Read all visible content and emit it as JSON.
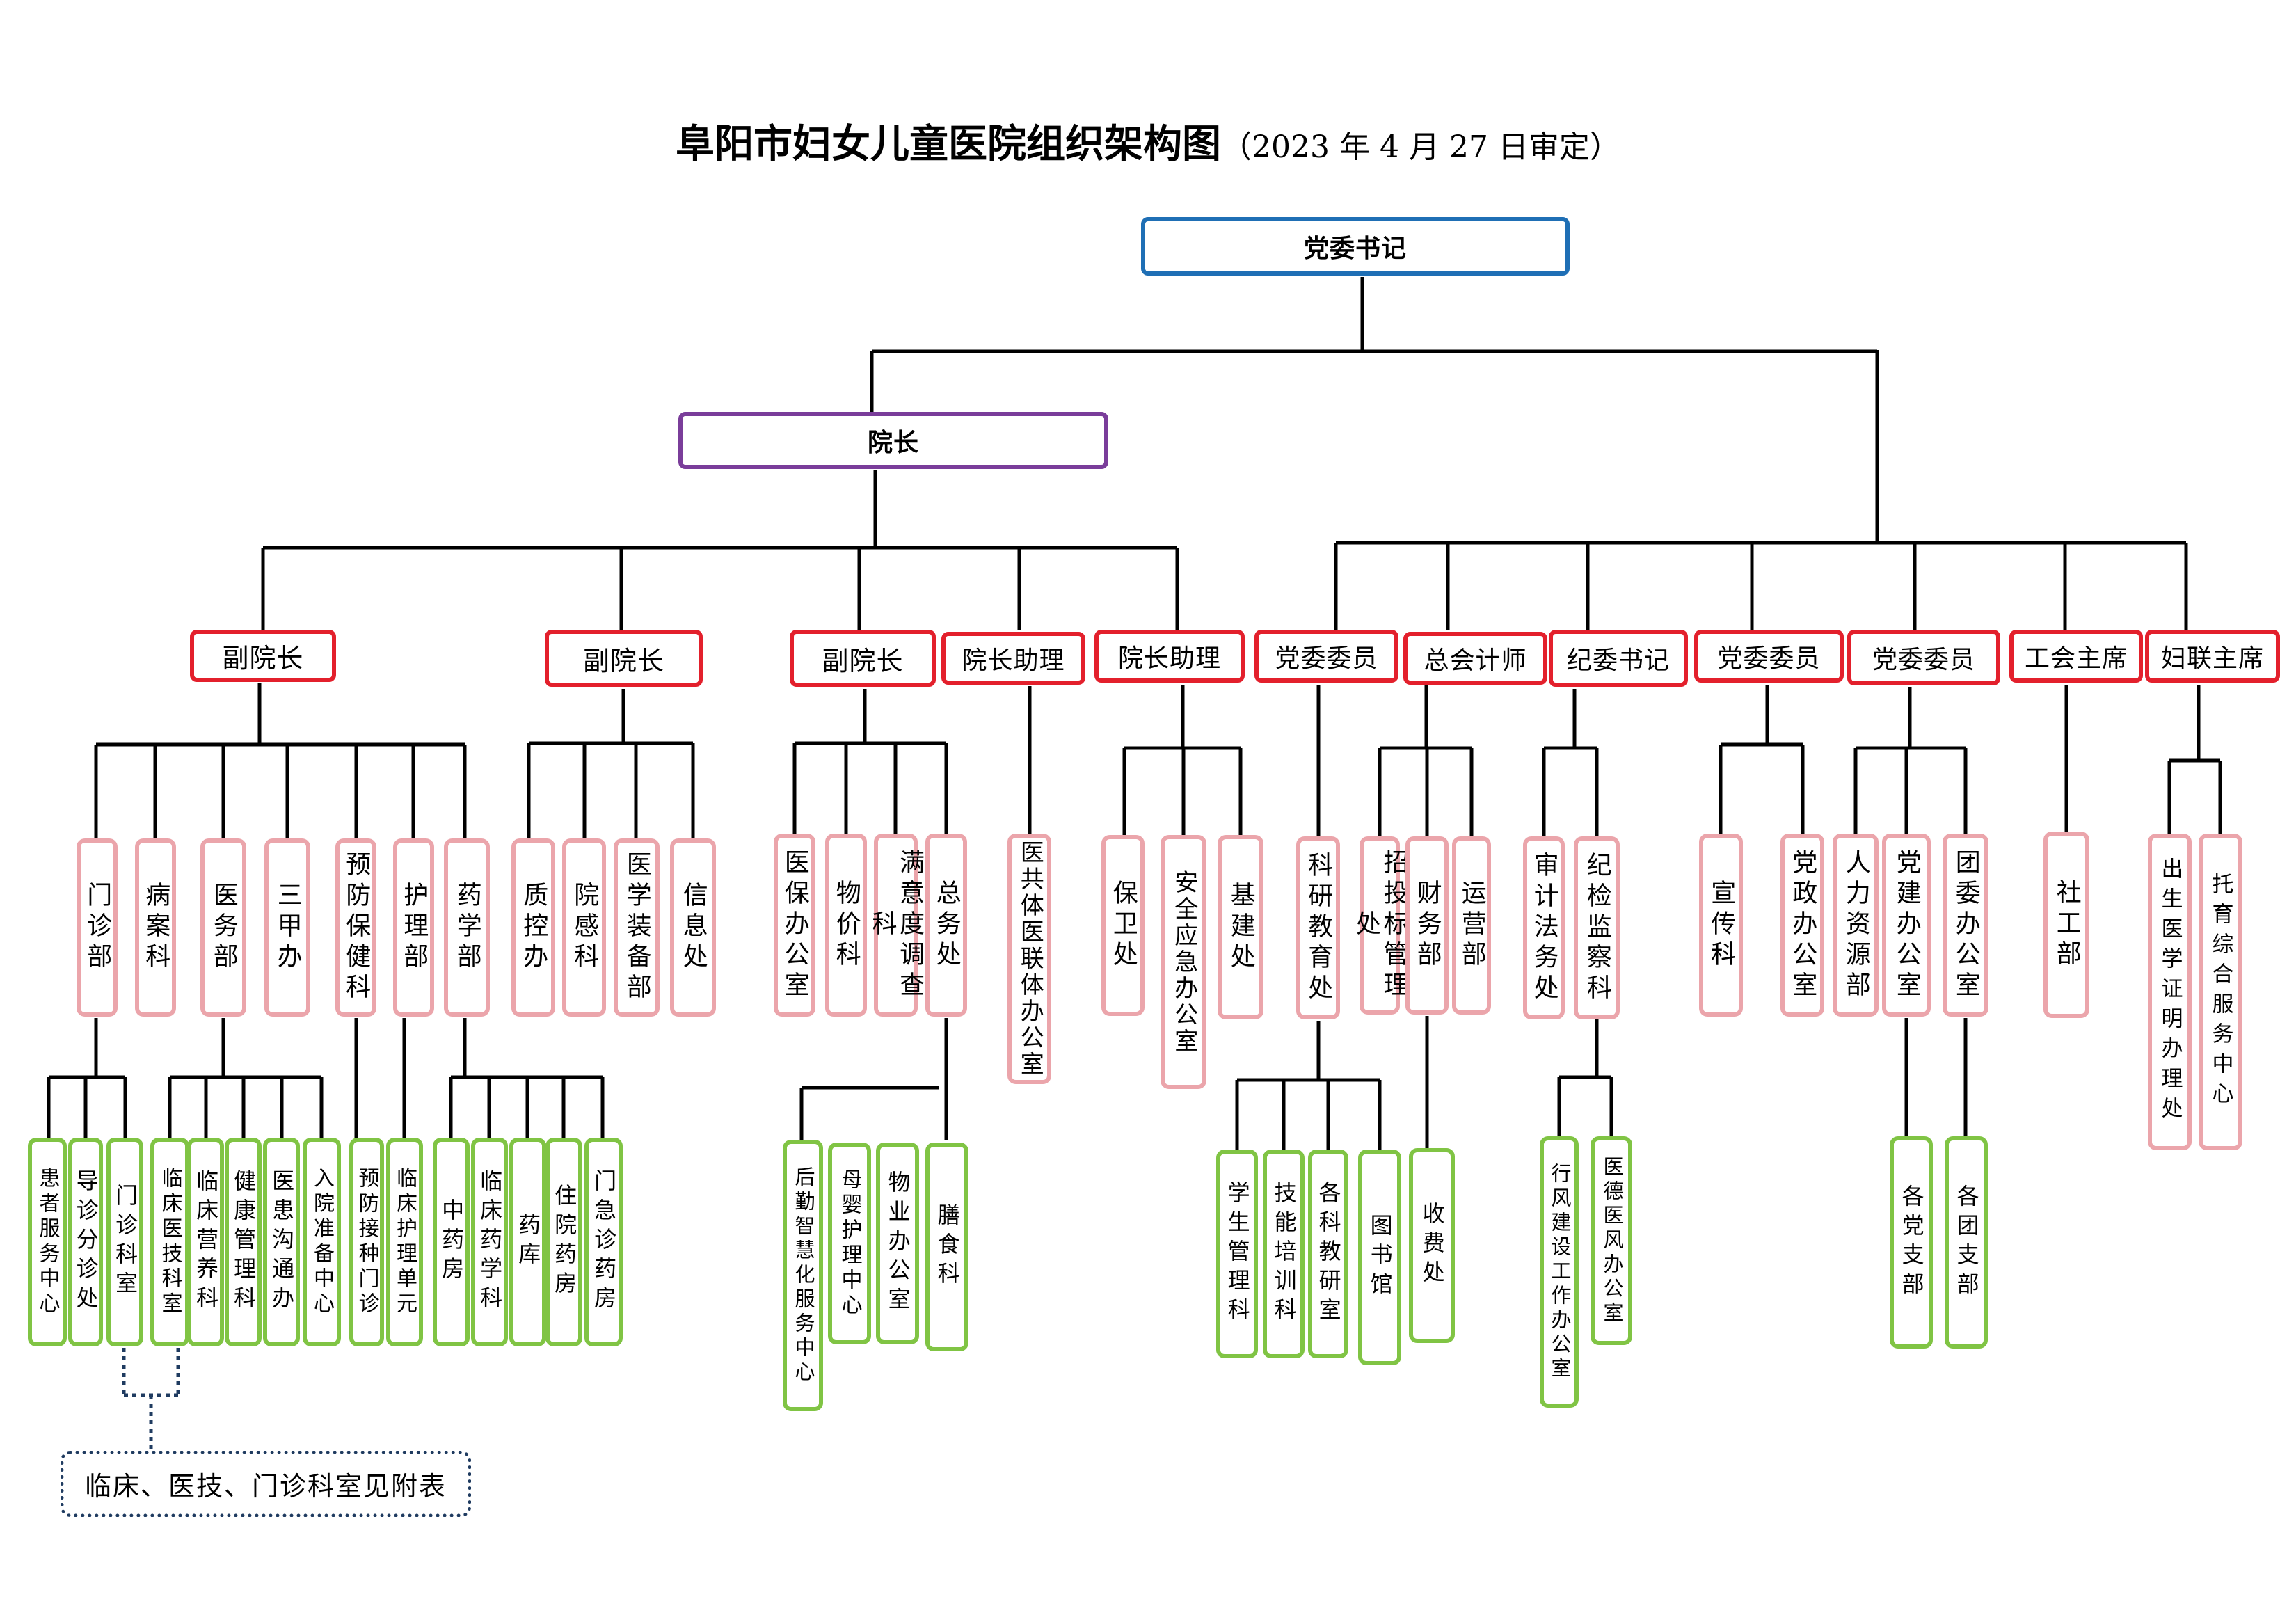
{
  "title": {
    "main": "阜阳市妇女儿童医院组织架构图",
    "sub": "（2023 年 4 月 27 日审定）"
  },
  "top": "党委书记",
  "president": "院长",
  "heads": [
    "副院长",
    "副院长",
    "副院长",
    "院长助理",
    "院长助理",
    "党委委员",
    "总会计师",
    "纪委书记",
    "党委委员",
    "党委委员",
    "工会主席",
    "妇联主席"
  ],
  "departments": [
    "门诊部",
    "病案科",
    "医务部",
    "三甲办",
    "预防保健科",
    "护理部",
    "药学部",
    "质控办",
    "院感科",
    "医学装备部",
    "信息处",
    "医保办公室",
    "物价科",
    "满意度调查科",
    "总务处",
    "医共体医联体办公室",
    "保卫处",
    "安全应急办公室",
    "基建处",
    "科研教育处",
    "招投标管理处",
    "财务部",
    "运营部",
    "审计法务处",
    "纪检监察科",
    "宣传科",
    "党政办公室",
    "人力资源部",
    "党建办公室",
    "团委办公室",
    "社工部",
    "出生医学证明办理处",
    "托育综合服务中心"
  ],
  "units": [
    "患者服务中心",
    "导诊分诊处",
    "门诊科室",
    "临床医技科室",
    "临床营养科",
    "健康管理科",
    "医患沟通办",
    "入院准备中心",
    "预防接种门诊",
    "临床护理单元",
    "中药房",
    "临床药学科",
    "药库",
    "住院药房",
    "门急诊药房",
    "后勤智慧化服务中心",
    "母婴护理中心",
    "物业办公室",
    "膳食科",
    "学生管理科",
    "技能培训科",
    "各科教研室",
    "图书馆",
    "收费处",
    "行风建设工作办公室",
    "医德医风办公室",
    "各党支部",
    "各团支部"
  ],
  "note": "临床、医技、门诊科室见附表",
  "colors": {
    "top_border": "#1f6fb5",
    "president_border": "#7a3d9a",
    "head_border": "#e3202c",
    "department_border": "#eba5ab",
    "unit_border": "#80c444",
    "note_border": "#1f3b60",
    "line": "#000000"
  }
}
